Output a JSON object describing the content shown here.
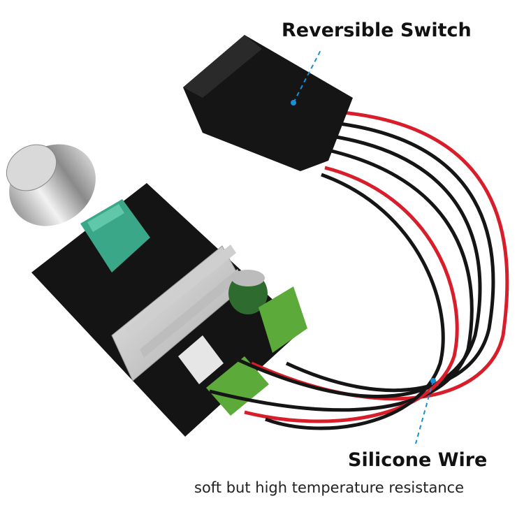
{
  "callouts": {
    "switch": {
      "title": "Reversible Switch"
    },
    "wire": {
      "title": "Silicone Wire",
      "subtitle": "soft but high temperature resistance"
    }
  },
  "colors": {
    "leader": "#1a8fd6",
    "wire_red": "#d81e2a",
    "wire_black": "#151515",
    "pcb": "#111111",
    "terminal": "#5cab3a"
  }
}
